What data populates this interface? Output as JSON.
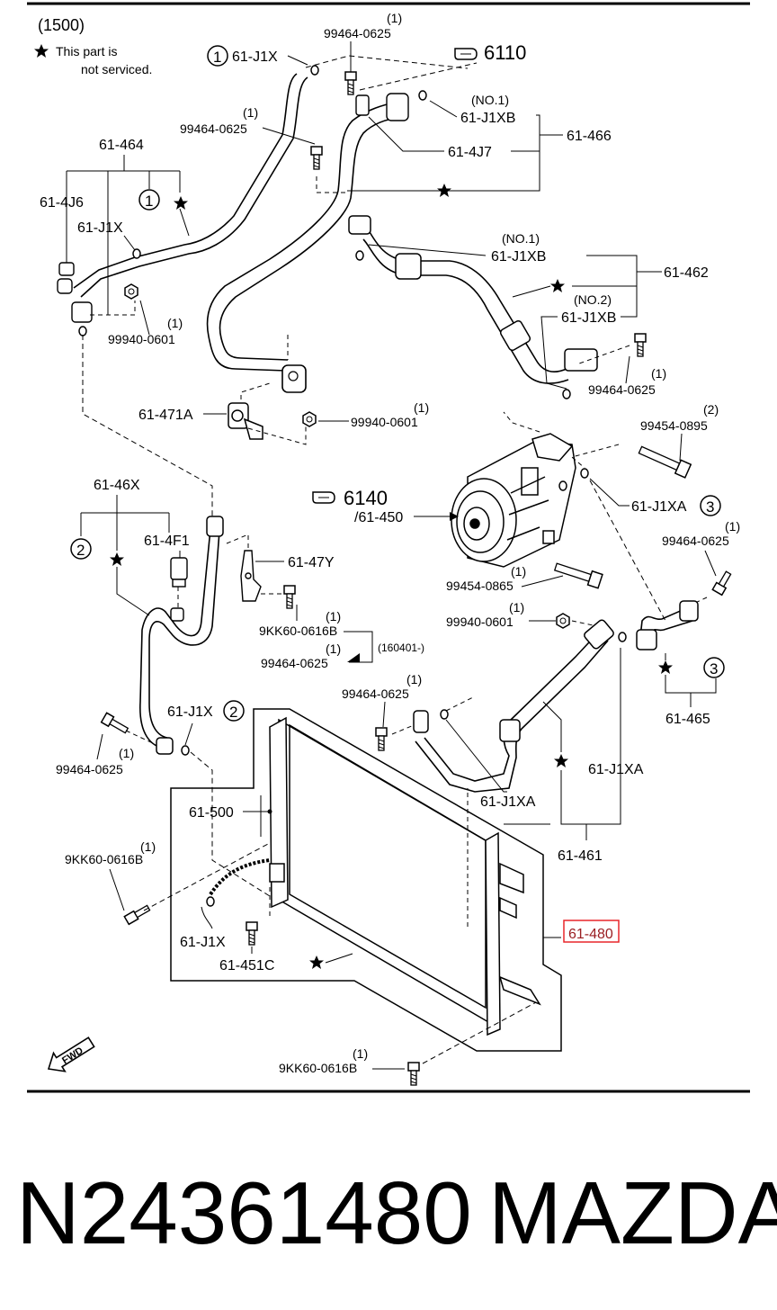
{
  "section_code": "(1500)",
  "legend": {
    "line1": "This part is",
    "line2": "not serviced."
  },
  "refs": {
    "r6110": "6110",
    "r6140": "6140"
  },
  "labels": {
    "l1": "61-J1X",
    "l2": "99464-0625",
    "l2q": "(1)",
    "l3": "99464-0625",
    "l3q": "(1)",
    "l4": "61-464",
    "l5": "61-4J6",
    "l6": "61-J1X",
    "l7": "99940-0601",
    "l7q": "(1)",
    "l8": "(NO.1)",
    "l9": "61-J1XB",
    "l10": "61-4J7",
    "l11": "61-466",
    "l12": "(NO.1)",
    "l13": "61-J1XB",
    "l14": "61-462",
    "l15": "(NO.2)",
    "l16": "61-J1XB",
    "l17": "99464-0625",
    "l17q": "(1)",
    "l18": "61-471A",
    "l19": "99940-0601",
    "l19q": "(1)",
    "l20": "99454-0895",
    "l20q": "(2)",
    "l21": "61-46X",
    "l22": "61-4F1",
    "l23": "/61-450",
    "l24": "61-J1XA",
    "l25": "99464-0625",
    "l25q": "(1)",
    "l26": "61-47Y",
    "l27": "99454-0865",
    "l27q": "(1)",
    "l28": "9KK60-0616B",
    "l28q": "(1)",
    "l29": "99464-0625",
    "l29q": "(1)",
    "l30": "(160401-)",
    "l31": "99940-0601",
    "l31q": "(1)",
    "l32": "99464-0625",
    "l32q": "(1)",
    "l33": "61-J1X",
    "l34": "99464-0625",
    "l34q": "(1)",
    "l35": "61-465",
    "l36": "61-J1XA",
    "l37": "61-J1XA",
    "l38": "61-500",
    "l39": "9KK60-0616B",
    "l39q": "(1)",
    "l40": "61-461",
    "l41": "61-J1X",
    "l42": "61-451C",
    "l43": "61-480",
    "l44": "9KK60-0616B",
    "l44q": "(1)",
    "fwd": "FWD"
  },
  "callouts": {
    "c1": "1",
    "c2": "2",
    "c3": "3"
  },
  "highlight_color": "#e8262a",
  "caption": {
    "part_number": "N24361480",
    "brand": "MAZDA"
  }
}
